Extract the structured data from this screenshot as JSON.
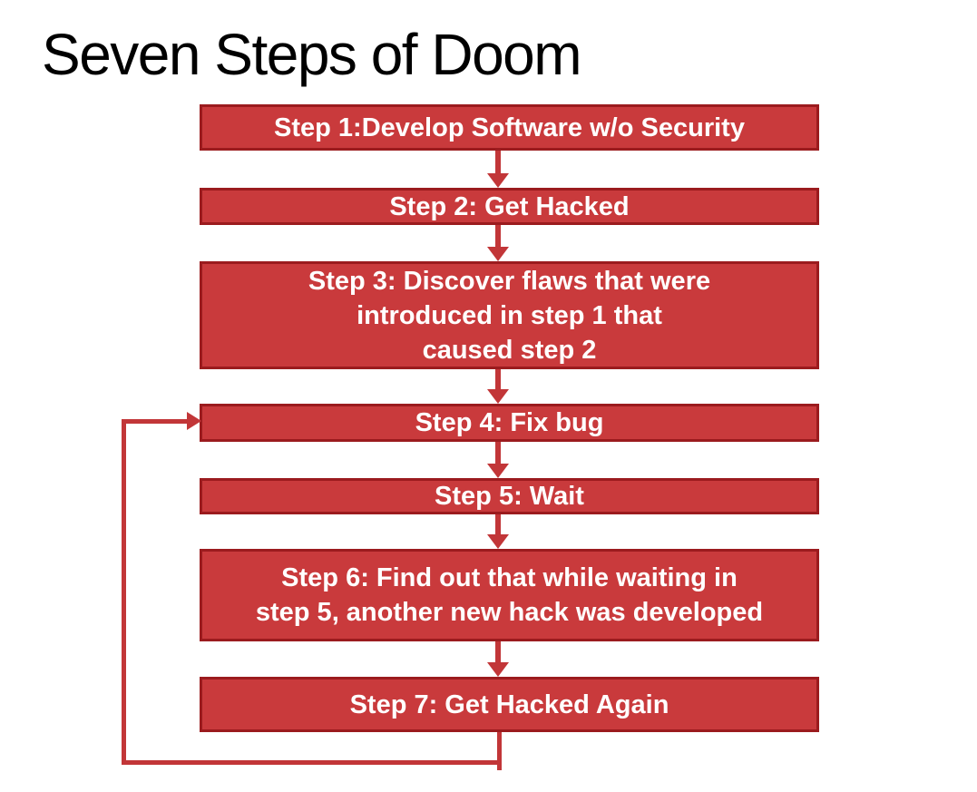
{
  "title": "Seven Steps of Doom",
  "colors": {
    "box_fill": "#C93A3C",
    "box_border": "#9B1B1E",
    "arrow": "#C23638",
    "box_text": "#FFFFFF",
    "title_text": "#000000",
    "background": "#FFFFFF"
  },
  "flowchart": {
    "steps": [
      {
        "id": "step-1",
        "label": "Step 1:Develop Software w/o Security"
      },
      {
        "id": "step-2",
        "label": "Step 2: Get Hacked"
      },
      {
        "id": "step-3",
        "label": "Step 3: Discover flaws that were\nintroduced in step 1 that\ncaused step 2"
      },
      {
        "id": "step-4",
        "label": "Step 4: Fix bug"
      },
      {
        "id": "step-5",
        "label": "Step 5: Wait"
      },
      {
        "id": "step-6",
        "label": "Step 6: Find out that while waiting in\nstep 5, another new hack was developed"
      },
      {
        "id": "step-7",
        "label": "Step 7: Get Hacked Again"
      }
    ],
    "edges": [
      {
        "from": "step-1",
        "to": "step-2",
        "type": "down-arrow"
      },
      {
        "from": "step-2",
        "to": "step-3",
        "type": "down-arrow"
      },
      {
        "from": "step-3",
        "to": "step-4",
        "type": "down-arrow"
      },
      {
        "from": "step-4",
        "to": "step-5",
        "type": "down-arrow"
      },
      {
        "from": "step-5",
        "to": "step-6",
        "type": "down-arrow"
      },
      {
        "from": "step-6",
        "to": "step-7",
        "type": "down-arrow"
      },
      {
        "from": "step-7",
        "to": "step-4",
        "type": "loop-back"
      }
    ]
  }
}
